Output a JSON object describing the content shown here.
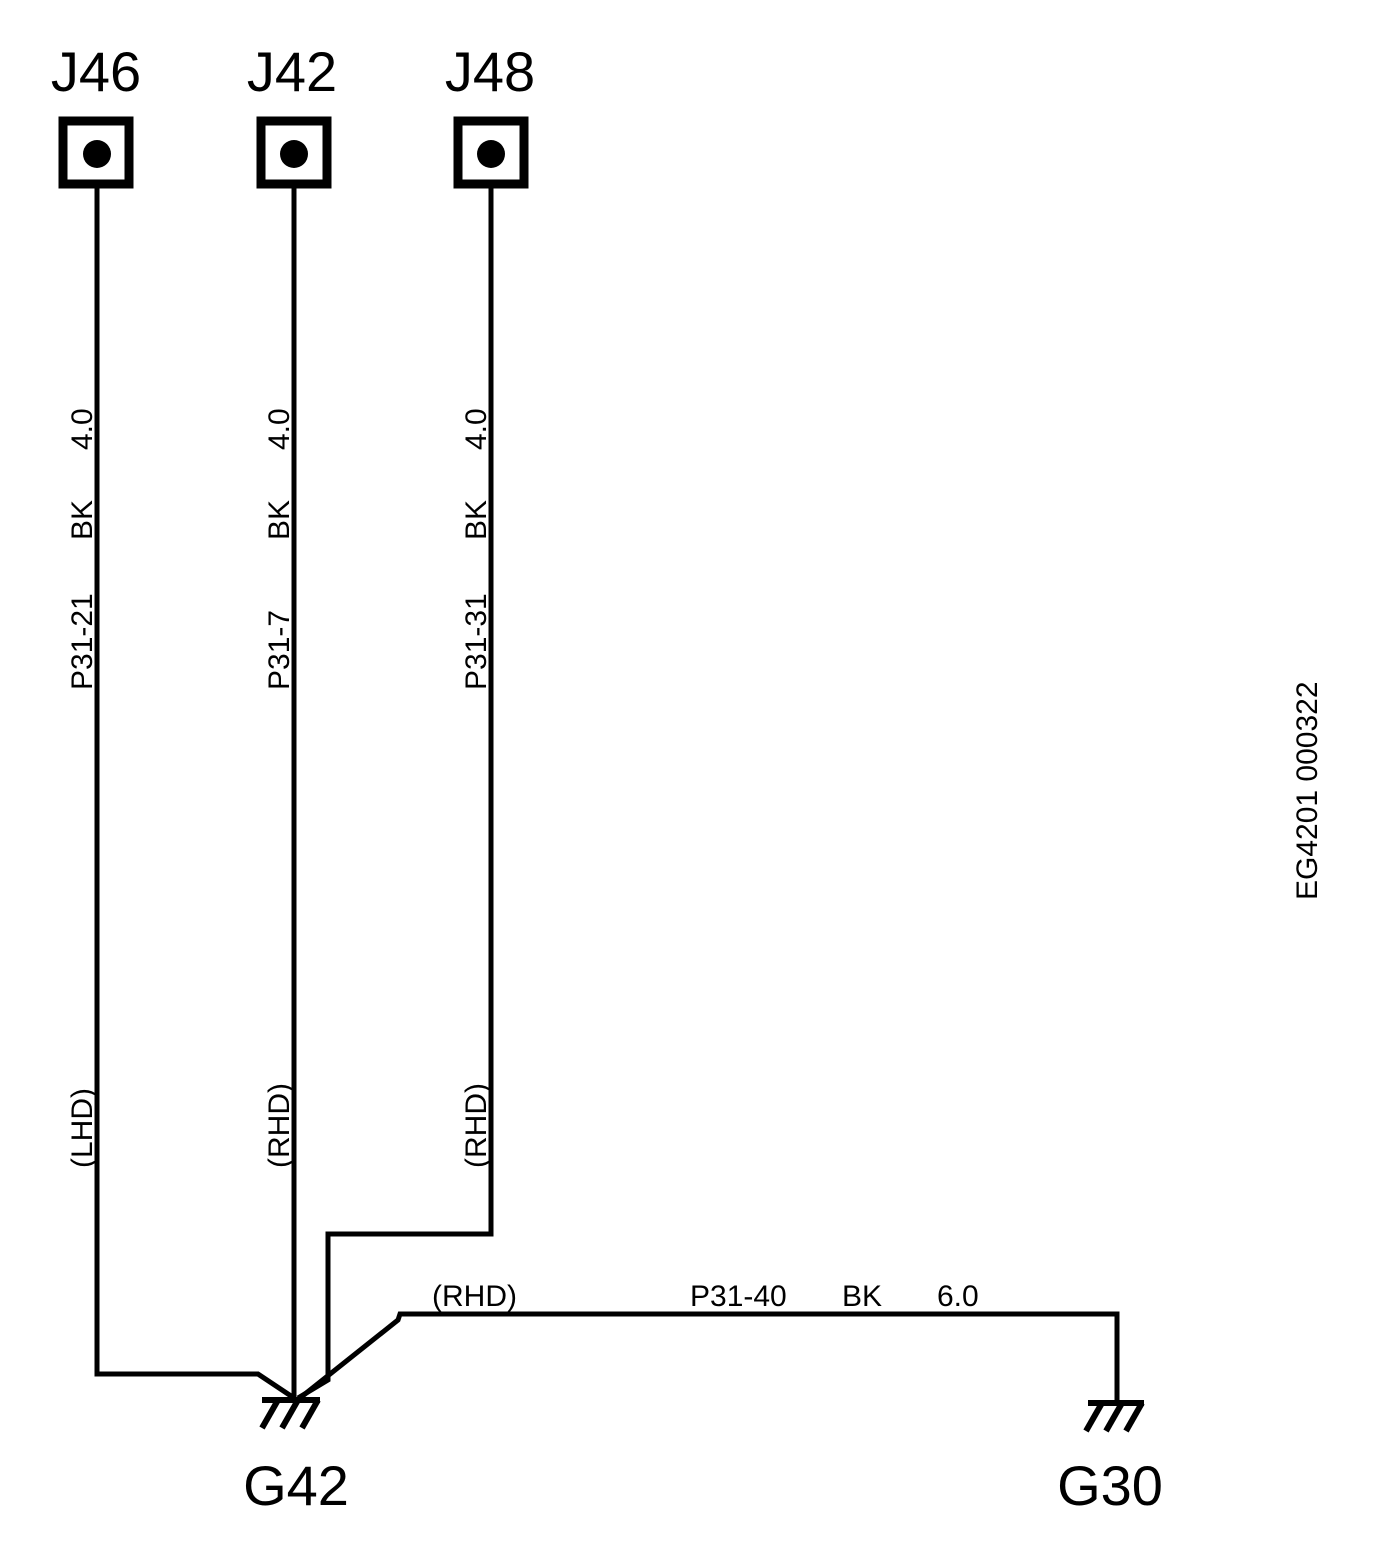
{
  "connectors": [
    {
      "id": "J46"
    },
    {
      "id": "J42"
    },
    {
      "id": "J48"
    }
  ],
  "wires": [
    {
      "circuit": "P31-21",
      "color": "BK",
      "size": "4.0",
      "variant": "(LHD)"
    },
    {
      "circuit": "P31-7",
      "color": "BK",
      "size": "4.0",
      "variant": "(RHD)"
    },
    {
      "circuit": "P31-31",
      "color": "BK",
      "size": "4.0",
      "variant": "(RHD)"
    },
    {
      "circuit": "P31-40",
      "color": "BK",
      "size": "6.0",
      "variant": "(RHD)"
    }
  ],
  "grounds": [
    {
      "id": "G42"
    },
    {
      "id": "G30"
    }
  ],
  "figure_code": "EG4201 000322"
}
